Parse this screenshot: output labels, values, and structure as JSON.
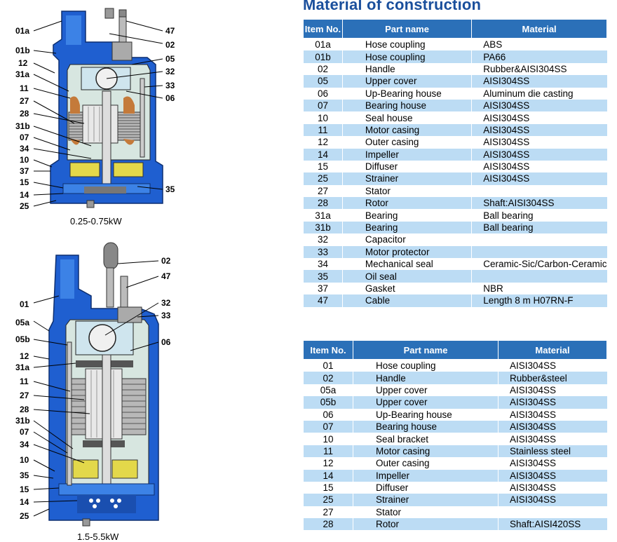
{
  "heading": "Material of construction",
  "columns": {
    "item": "Item No.",
    "part": "Part name",
    "material": "Material"
  },
  "colors": {
    "header": "#2b70b8",
    "alt_row": "#bcdcf4",
    "title": "#1a4f9c",
    "pump_body": "#1f5fd0"
  },
  "table1": [
    {
      "item": "01a",
      "part": "Hose coupling",
      "material": "ABS"
    },
    {
      "item": "01b",
      "part": "Hose coupling",
      "material": "PA66"
    },
    {
      "item": "02",
      "part": "Handle",
      "material": "Rubber&AISI304SS"
    },
    {
      "item": "05",
      "part": "Upper cover",
      "material": "AISI304SS"
    },
    {
      "item": "06",
      "part": "Up-Bearing house",
      "material": "Aluminum die casting"
    },
    {
      "item": "07",
      "part": "Bearing house",
      "material": "AISI304SS"
    },
    {
      "item": "10",
      "part": "Seal house",
      "material": "AISI304SS"
    },
    {
      "item": "11",
      "part": "Motor casing",
      "material": "AISI304SS"
    },
    {
      "item": "12",
      "part": "Outer casing",
      "material": "AISI304SS"
    },
    {
      "item": "14",
      "part": "Impeller",
      "material": "AISI304SS"
    },
    {
      "item": "15",
      "part": "Diffuser",
      "material": "AISI304SS"
    },
    {
      "item": "25",
      "part": "Strainer",
      "material": "AISI304SS"
    },
    {
      "item": "27",
      "part": "Stator",
      "material": ""
    },
    {
      "item": "28",
      "part": "Rotor",
      "material": "Shaft:AISI304SS"
    },
    {
      "item": "31a",
      "part": "Bearing",
      "material": "Ball bearing"
    },
    {
      "item": "31b",
      "part": "Bearing",
      "material": "Ball bearing"
    },
    {
      "item": "32",
      "part": "Capacitor",
      "material": ""
    },
    {
      "item": "33",
      "part": "Motor protector",
      "material": ""
    },
    {
      "item": "34",
      "part": "Mechanical seal",
      "material": "Ceramic-Sic/Carbon-Ceramic"
    },
    {
      "item": "35",
      "part": "Oil seal",
      "material": ""
    },
    {
      "item": "37",
      "part": "Gasket",
      "material": "NBR"
    },
    {
      "item": "47",
      "part": "Cable",
      "material": "Length 8 m  H07RN-F"
    }
  ],
  "table2": [
    {
      "item": "01",
      "part": "Hose coupling",
      "material": "AISI304SS"
    },
    {
      "item": "02",
      "part": "Handle",
      "material": "Rubber&steel"
    },
    {
      "item": "05a",
      "part": "Upper cover",
      "material": "AISI304SS"
    },
    {
      "item": "05b",
      "part": "Upper cover",
      "material": "AISI304SS"
    },
    {
      "item": "06",
      "part": "Up-Bearing house",
      "material": "AISI304SS"
    },
    {
      "item": "07",
      "part": "Bearing house",
      "material": "AISI304SS"
    },
    {
      "item": "10",
      "part": "Seal bracket",
      "material": "AISI304SS"
    },
    {
      "item": "11",
      "part": "Motor casing",
      "material": "Stainless steel"
    },
    {
      "item": "12",
      "part": "Outer casing",
      "material": "AISI304SS"
    },
    {
      "item": "14",
      "part": "Impeller",
      "material": "AISI304SS"
    },
    {
      "item": "15",
      "part": "Diffuser",
      "material": "AISI304SS"
    },
    {
      "item": "25",
      "part": "Strainer",
      "material": "AISI304SS"
    },
    {
      "item": "27",
      "part": "Stator",
      "material": ""
    },
    {
      "item": "28",
      "part": "Rotor",
      "material": "Shaft:AISI420SS"
    }
  ],
  "pump1": {
    "caption": "0.25-0.75kW",
    "labels_left": [
      "01a",
      "01b",
      "12",
      "31a",
      "11",
      "27",
      "28",
      "31b",
      "07",
      "34",
      "10",
      "37",
      "15",
      "14",
      "25"
    ],
    "labels_right": [
      "47",
      "02",
      "05",
      "32",
      "33",
      "06",
      "35"
    ]
  },
  "pump2": {
    "caption": "1.5-5.5kW",
    "labels_left": [
      "01",
      "05a",
      "05b",
      "12",
      "31a",
      "11",
      "27",
      "28",
      "31b",
      "07",
      "34",
      "10",
      "35",
      "15",
      "14",
      "25"
    ],
    "labels_right": [
      "02",
      "47",
      "32",
      "33",
      "06"
    ]
  }
}
